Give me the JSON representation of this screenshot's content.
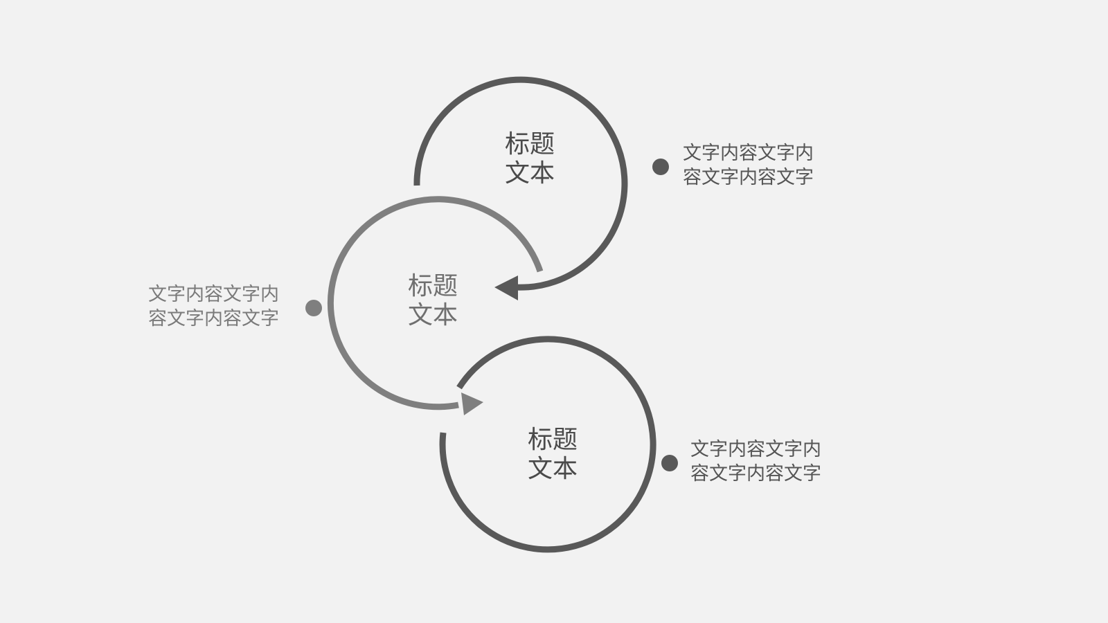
{
  "colors": {
    "background": "#f2f2f2",
    "dark_ring": "#595959",
    "light_ring": "#7f7f7f"
  },
  "nodes": [
    {
      "id": "top",
      "title_line1": "标题",
      "title_line2": "文本",
      "desc_line1": "文字内容文字内",
      "desc_line2": "容文字内容文字"
    },
    {
      "id": "middle",
      "title_line1": "标题",
      "title_line2": "文本",
      "desc_line1": "文字内容文字内",
      "desc_line2": "容文字内容文字"
    },
    {
      "id": "bottom",
      "title_line1": "标题",
      "title_line2": "文本",
      "desc_line1": "文字内容文字内",
      "desc_line2": "容文字内容文字"
    }
  ]
}
